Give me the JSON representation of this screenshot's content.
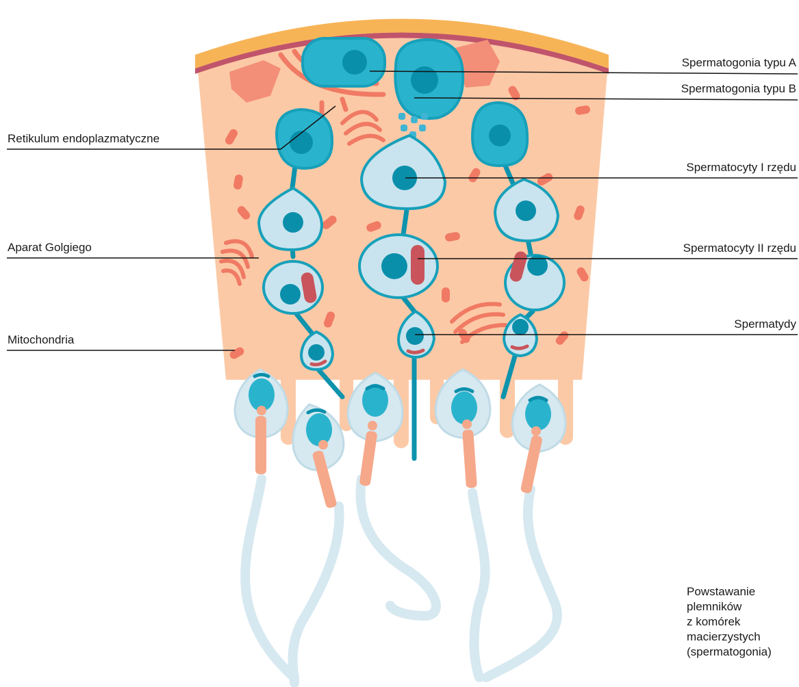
{
  "labels": {
    "spermatogonia_a": "Spermatogonia typu A",
    "spermatogonia_b": "Spermatogonia typu B",
    "retikulum": "Retikulum endoplazmatyczne",
    "spermatocyty_1": "Spermatocyty I rzędu",
    "aparat_golgiego": "Aparat Golgiego",
    "spermatocyty_2": "Spermatocyty II rzędu",
    "mitochondria": "Mitochondria",
    "spermatydy": "Spermatydy"
  },
  "caption": [
    "Powstawanie",
    "plemników",
    "z komórek",
    "macierzystych",
    "(spermatogonia)"
  ],
  "colors": {
    "tissue": "#fcc9a6",
    "membrane_outer": "#f7b457",
    "membrane_inner": "#c0546b",
    "cell_dark": "#2ab3cd",
    "cell_light": "#c9e4ee",
    "cell_outline": "#17a0ba",
    "nucleus": "#0a8fab",
    "organelle": "#f07a64",
    "golgi_red": "#c9545b",
    "tail": "#d4e6ee",
    "midpiece": "#f6a88a"
  }
}
